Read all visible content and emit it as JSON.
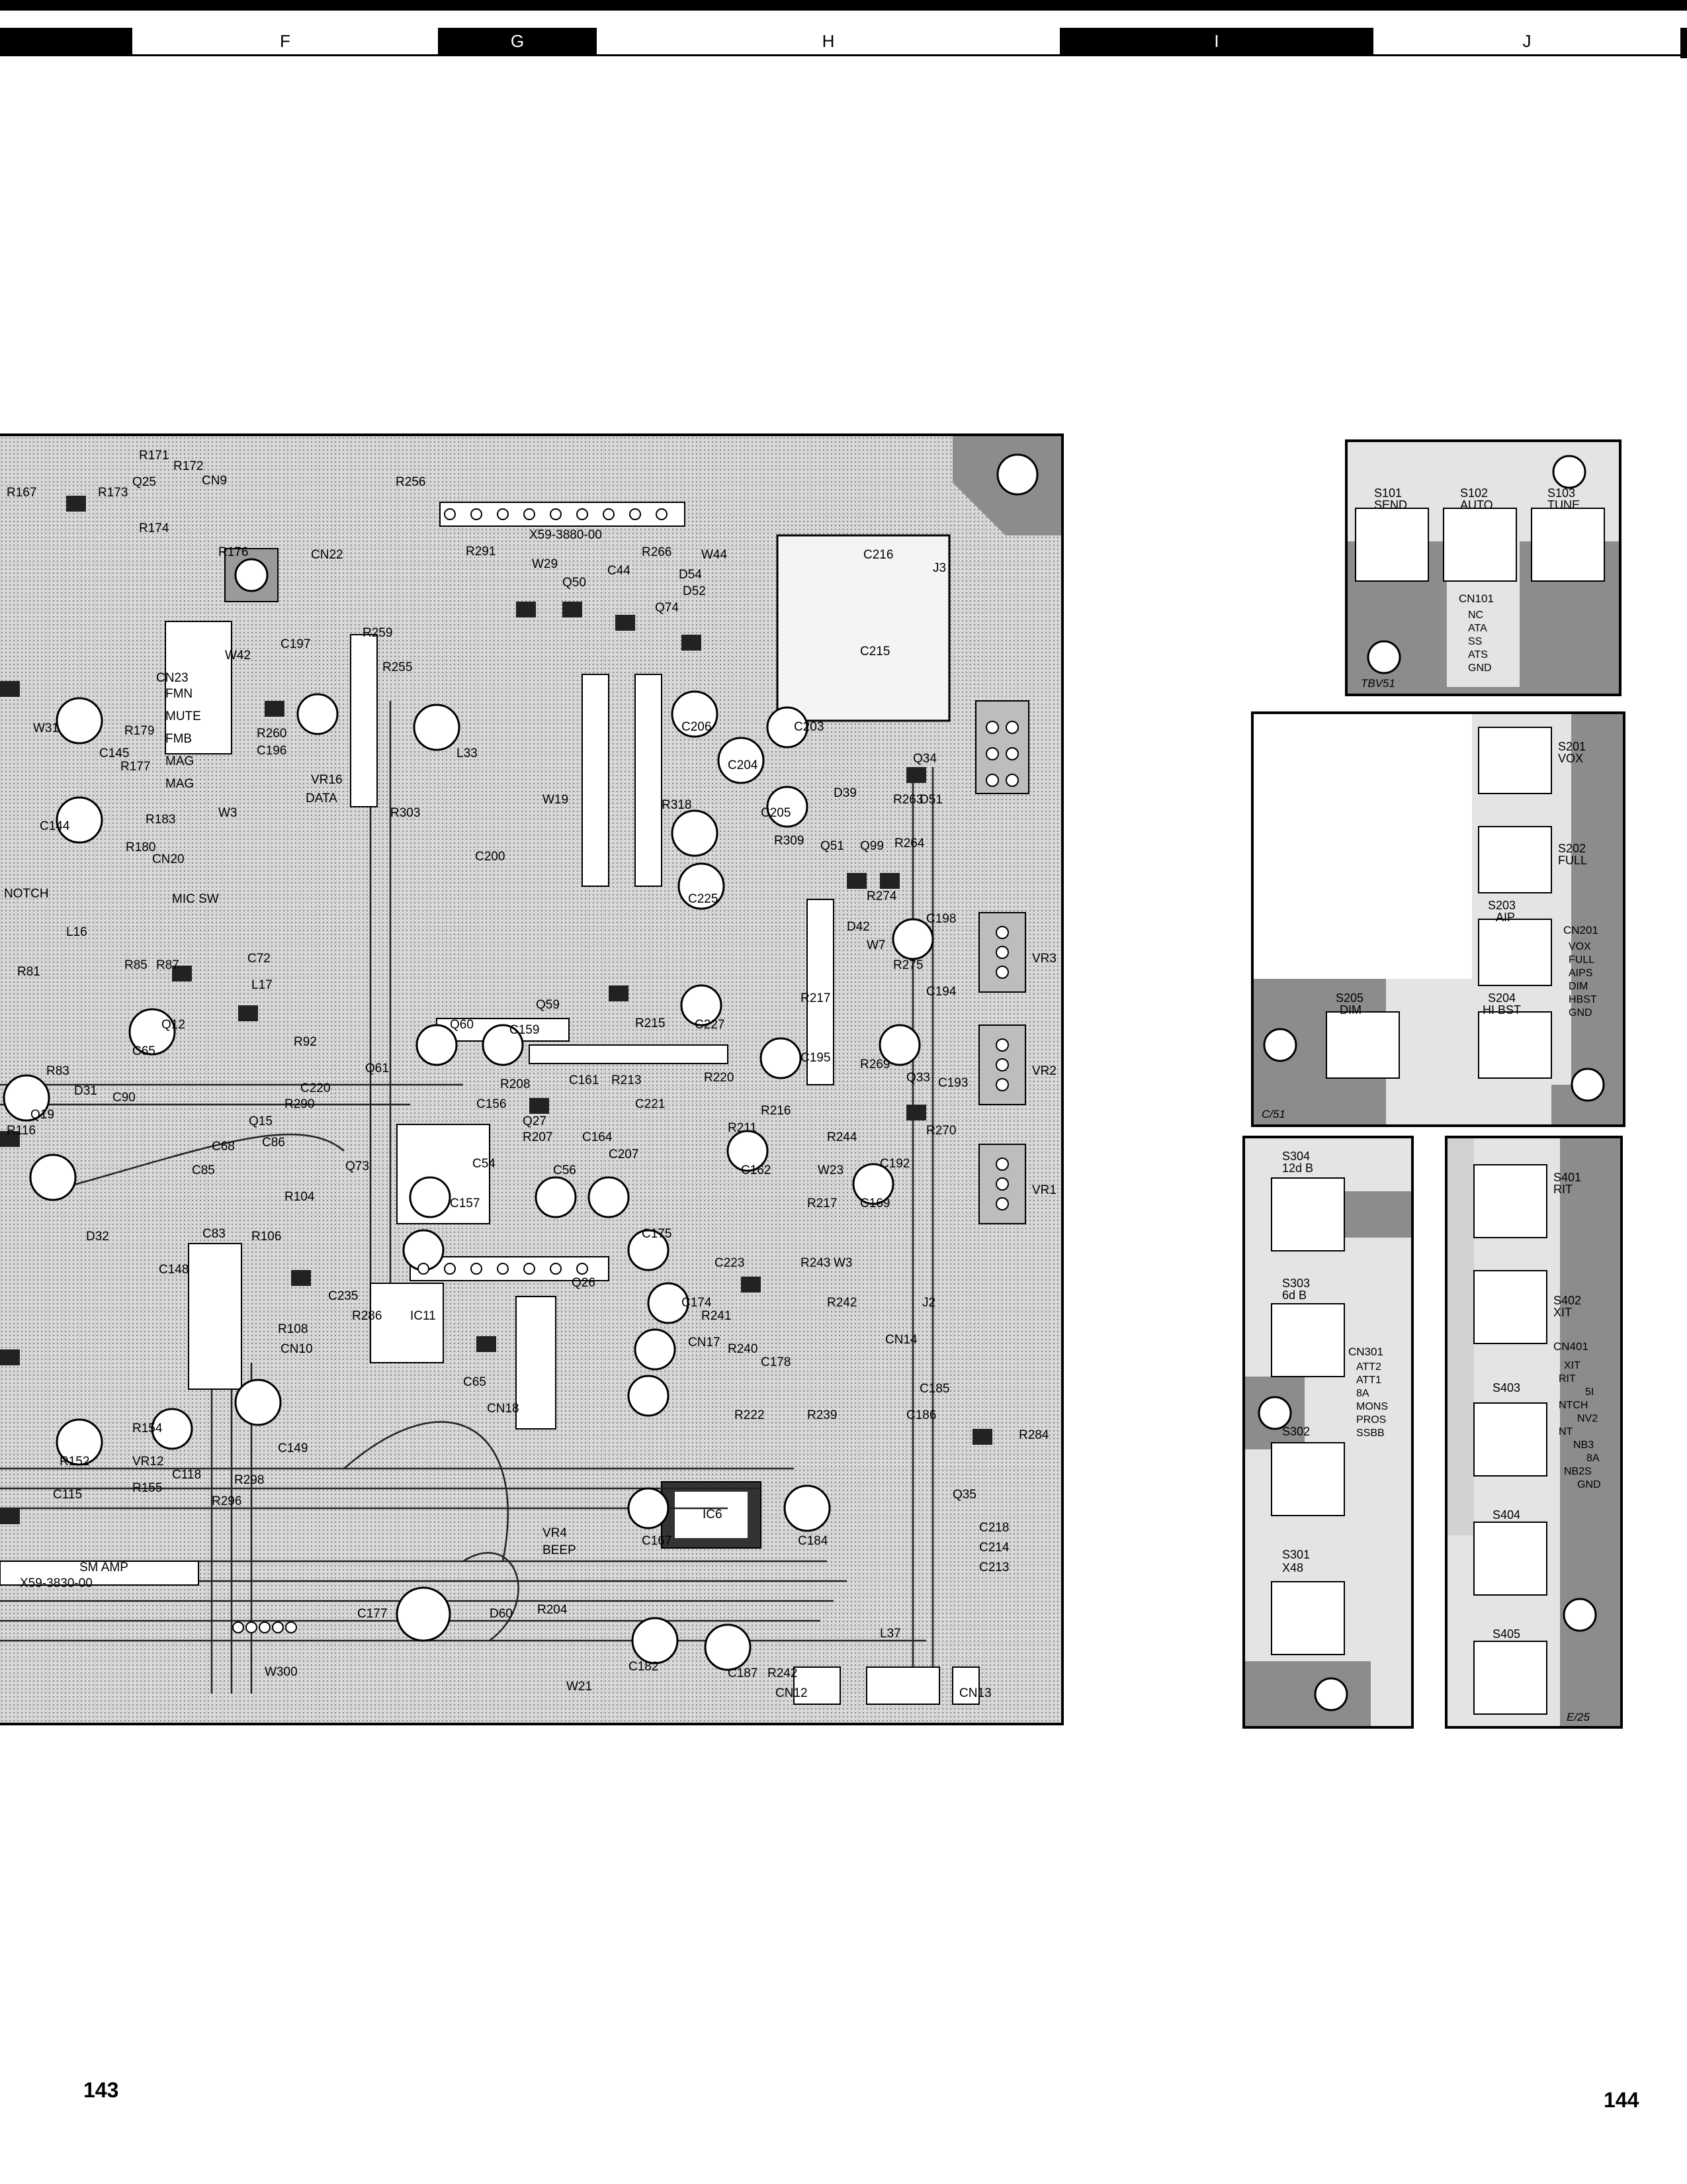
{
  "header": {
    "zones": [
      "",
      "F",
      "G",
      "H",
      "I",
      "J"
    ]
  },
  "pages": {
    "left": "143",
    "right": "144"
  },
  "main_board": {
    "labels": [
      "R171",
      "R172",
      "Q25",
      "CN9",
      "R167",
      "R173",
      "R174",
      "R176",
      "CN22",
      "R256",
      "X59-3880-00",
      "R291",
      "W29",
      "R266",
      "W44",
      "C216",
      "J3",
      "Q50",
      "C44",
      "D54",
      "D52",
      "Q74",
      "C215",
      "R259",
      "R255",
      "W42",
      "C197",
      "CN23",
      "FMN",
      "MUTE",
      "FMB",
      "MAG",
      "MAG",
      "W3",
      "R260",
      "C196",
      "VR16",
      "DATA",
      "W31",
      "R179",
      "R177",
      "C145",
      "C144",
      "R183",
      "R180",
      "CN20",
      "NOTCH",
      "MIC SW",
      "R303",
      "C200",
      "L33",
      "W19",
      "R318",
      "C205",
      "C204",
      "C203",
      "C206",
      "R309",
      "Q51",
      "Q99",
      "R264",
      "D51",
      "D39",
      "Q34",
      "R263",
      "C225",
      "R274",
      "C198",
      "D42",
      "W7",
      "R275",
      "C194",
      "VR3",
      "L16",
      "R81",
      "R85",
      "R87",
      "C72",
      "L17",
      "Q12",
      "R92",
      "C65",
      "Q60",
      "C159",
      "Q59",
      "C227",
      "R215",
      "R217",
      "C195",
      "R269",
      "Q33",
      "C193",
      "VR2",
      "R83",
      "D31",
      "Q19",
      "R116",
      "C90",
      "Q15",
      "C68",
      "R290",
      "C220",
      "C86",
      "C85",
      "Q61",
      "C161",
      "R213",
      "R220",
      "C156",
      "Q27",
      "R207",
      "R208",
      "C207",
      "C221",
      "C192",
      "R270",
      "R216",
      "R211",
      "R244",
      "Q73",
      "R104",
      "C157",
      "C54",
      "C56",
      "C164",
      "C162",
      "C169",
      "VR1",
      "W23",
      "R217",
      "D32",
      "C83",
      "C148",
      "R106",
      "R108",
      "C235",
      "R286",
      "CN10",
      "IC11",
      "Q26",
      "C175",
      "C174",
      "C223",
      "R243",
      "R241",
      "R242",
      "W3",
      "C178",
      "J2",
      "CN14",
      "C65",
      "C149",
      "CN18",
      "CN17",
      "R240",
      "R222",
      "R239",
      "C186",
      "C185",
      "R284",
      "R154",
      "C118",
      "R155",
      "R298",
      "R296",
      "VR12",
      "C115",
      "R152",
      "VR4",
      "BEEP",
      "IC6",
      "C167",
      "C184",
      "Q35",
      "C218",
      "C214",
      "C213",
      "X59-3830-00",
      "SM AMP",
      "C177",
      "D60",
      "W300",
      "R204",
      "W21",
      "C182",
      "C187",
      "L37",
      "CN12",
      "CN13",
      "R242"
    ]
  },
  "panels": {
    "s101_group": {
      "switches": [
        {
          "id": "S101",
          "name": "SEND"
        },
        {
          "id": "S102",
          "name": "AUTO"
        },
        {
          "id": "S103",
          "name": "TUNE"
        }
      ],
      "connector": "CN101",
      "pins": [
        "NC",
        "ATA",
        "SS",
        "ATS",
        "GND"
      ],
      "tag": "TBV51"
    },
    "s201_group": {
      "switches": [
        {
          "id": "S201",
          "name": "VOX"
        },
        {
          "id": "S202",
          "name": "FULL"
        },
        {
          "id": "S203",
          "name": "AIP"
        },
        {
          "id": "S204",
          "name": "HI BST"
        },
        {
          "id": "S205",
          "name": "DIM"
        }
      ],
      "connector": "CN201",
      "pins": [
        "VOX",
        "FULL",
        "AIPS",
        "DIM",
        "HBST",
        "GND"
      ],
      "tag": "C/51"
    },
    "s301_group": {
      "switches": [
        {
          "id": "S304",
          "name": "12d B"
        },
        {
          "id": "S303",
          "name": "6d B"
        },
        {
          "id": "S302",
          "name": ""
        },
        {
          "id": "S301",
          "name": "X48"
        }
      ],
      "connector": "CN301",
      "pins": [
        "ATT2",
        "ATT1",
        "8A",
        "MONS",
        "PROS",
        "SSBB"
      ]
    },
    "s401_group": {
      "switches": [
        {
          "id": "S401",
          "name": "RIT"
        },
        {
          "id": "S402",
          "name": "XIT"
        },
        {
          "id": "S403",
          "name": ""
        },
        {
          "id": "S404",
          "name": ""
        },
        {
          "id": "S405",
          "name": ""
        }
      ],
      "connector": "CN401",
      "pins": [
        "XIT",
        "RIT",
        "5I",
        "NTCH",
        "NV2",
        "NT",
        "NB3",
        "8A",
        "NB2S",
        "GND"
      ],
      "tag": "E/25"
    }
  },
  "colors": {
    "board": "#e9e9e9",
    "ink": "#000000",
    "ground_fill": "#8c8c8c",
    "pad": "#ffffff"
  }
}
